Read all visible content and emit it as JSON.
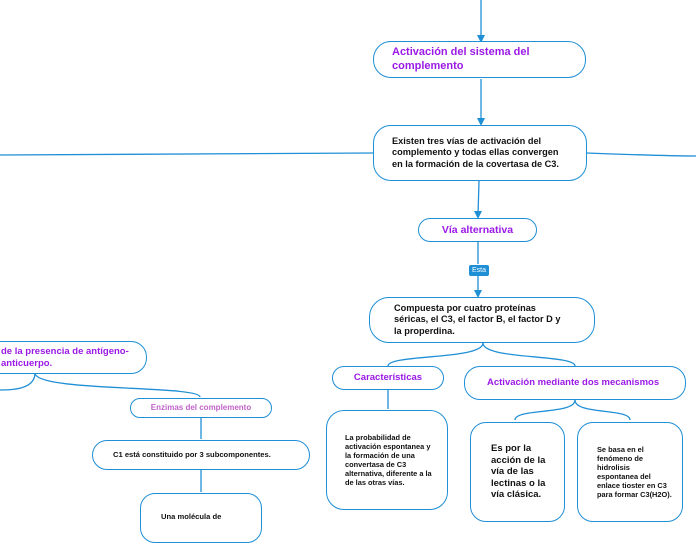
{
  "nodes": {
    "activation": "Activación del sistema del complemento",
    "three_paths": "Existen tres vías de activación del complemento y todas ellas convergen en la formación de la covertasa de C3.",
    "alternative": "Vía alternativa",
    "esta_tag": "Esta",
    "composed": "Compuesta por cuatro proteínas séricas, el C3, el factor B, el factor D y la properdina.",
    "characteristics": "Características",
    "two_mechanisms": "Activación mediante dos mecanismos",
    "probability": "La probabilidad de activación espontanea y la formación de una convertasa de C3 alternativa, diferente a la de las otras vías.",
    "lectin": "Es por la acción de la vía de las lectinas o la vía clásica.",
    "hydrolysis": "Se basa en el fenómeno de hidrolisis espontanea del enlace tioster en C3 para formar C3(H2O).",
    "presence": "de la presencia de antígeno-anticuerpo.",
    "enzymes": "Enzimas del complemento",
    "c1": "C1 está constituido por 3 subcomponentes.",
    "molecule": "Una molécula de"
  },
  "colors": {
    "border": "#1f8fd6",
    "title_purple": "#9b19e6",
    "subtitle_pink": "#c064c9",
    "text_dark": "#111111"
  }
}
